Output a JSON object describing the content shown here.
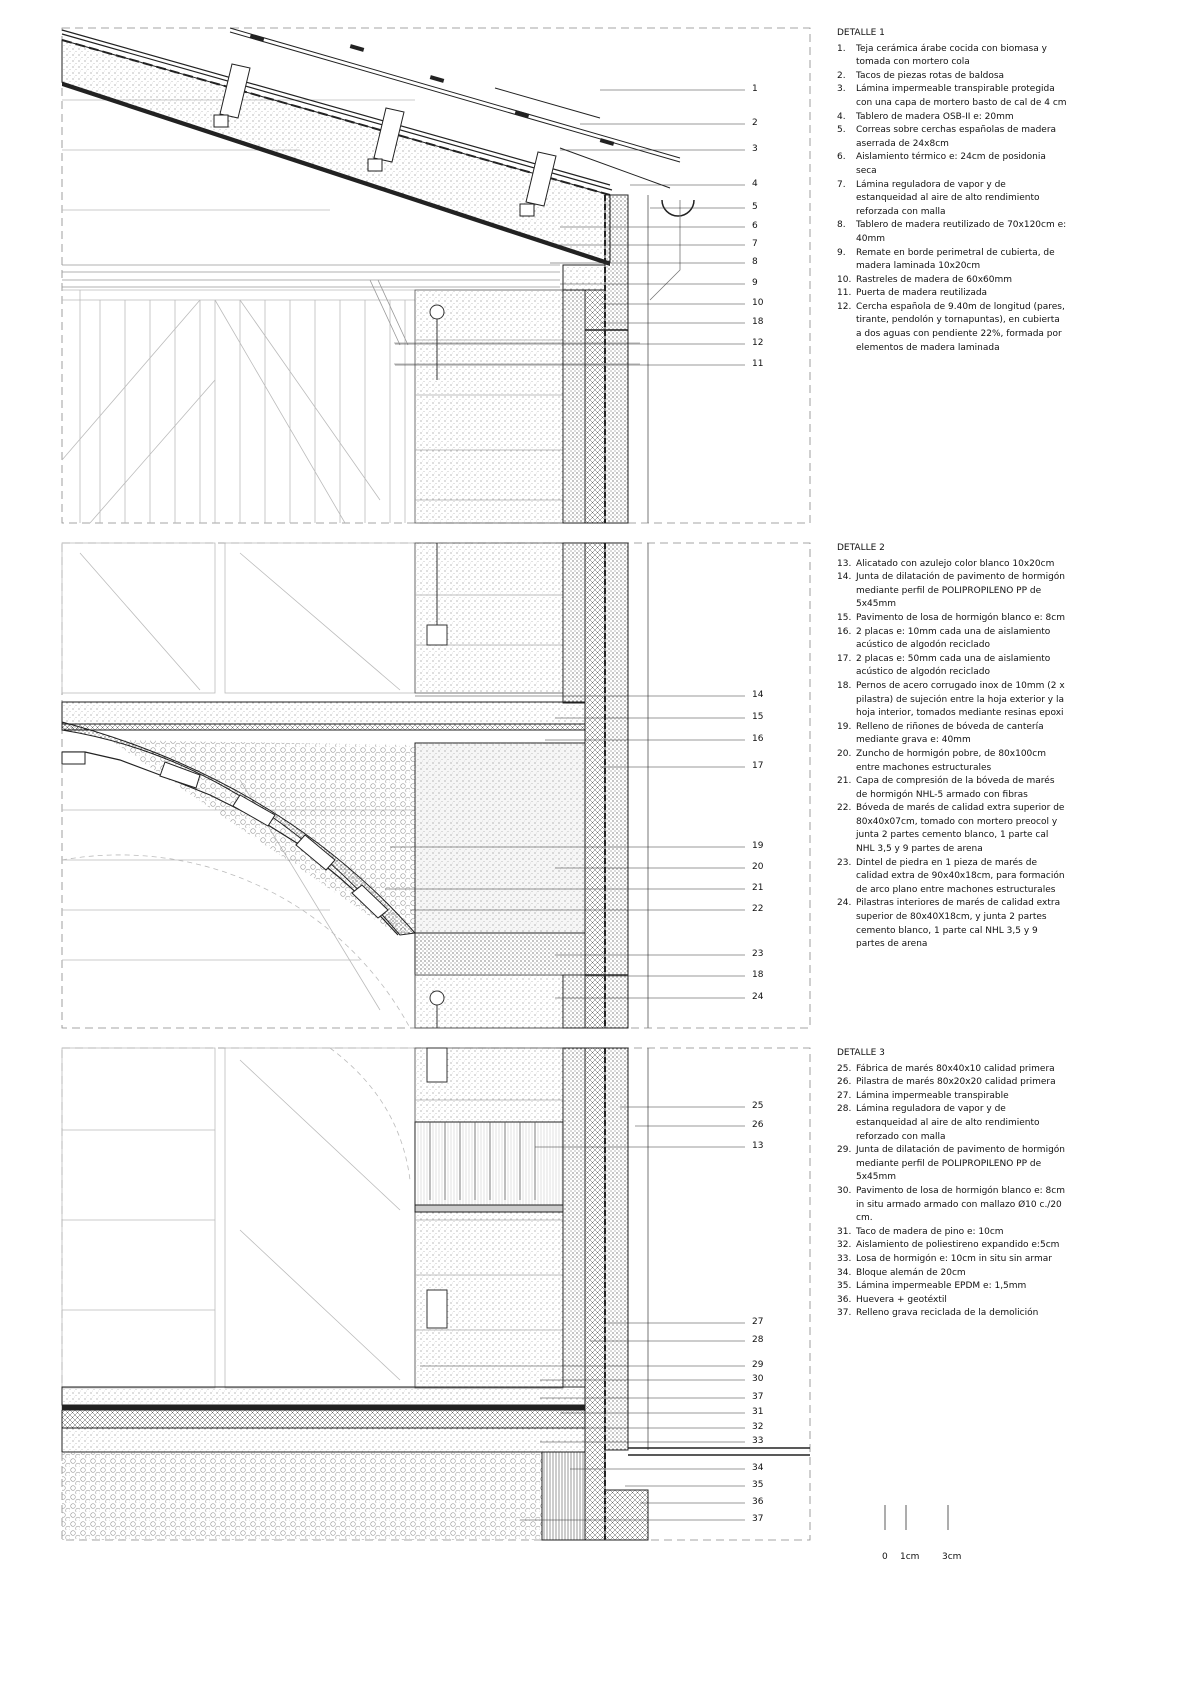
{
  "details": [
    {
      "title": "DETALLE 1",
      "items": [
        {
          "n": "1.",
          "text": "Teja cerámica árabe cocida con biomasa y tomada con mortero cola"
        },
        {
          "n": "2.",
          "text": "Tacos de piezas rotas de baldosa"
        },
        {
          "n": "3.",
          "text": "Lámina impermeable transpirable protegida con una capa de mortero basto de cal de 4 cm"
        },
        {
          "n": "4.",
          "text": "Tablero de madera OSB-II e: 20mm"
        },
        {
          "n": "5.",
          "text": "Correas sobre cerchas españolas de madera aserrada de 24x8cm"
        },
        {
          "n": "6.",
          "text": "Aislamiento térmico e: 24cm de posidonia seca"
        },
        {
          "n": "7.",
          "text": "Lámina reguladora de vapor y de estanqueidad al aire de alto rendimiento reforzada con malla"
        },
        {
          "n": "8.",
          "text": "Tablero de madera reutilizado de 70x120cm e: 40mm"
        },
        {
          "n": "9.",
          "text": "Remate en borde perimetral de cubierta, de madera laminada 10x20cm"
        },
        {
          "n": "10.",
          "text": "Rastreles de madera de 60x60mm"
        },
        {
          "n": "11.",
          "text": "Puerta de madera reutilizada"
        },
        {
          "n": "12.",
          "text": "Cercha española de 9.40m de longitud (pares, tirante, pendolón y tornapuntas), en cubierta a dos aguas con pendiente 22%, formada por elementos de madera laminada"
        }
      ],
      "callouts": [
        "1",
        "2",
        "3",
        "4",
        "5",
        "6",
        "7",
        "8",
        "9",
        "10",
        "18",
        "12",
        "11"
      ]
    },
    {
      "title": "DETALLE 2",
      "items": [
        {
          "n": "13.",
          "text": "Alicatado con azulejo color blanco 10x20cm"
        },
        {
          "n": "14.",
          "text": "Junta de dilatación de pavimento de hormigón mediante perfil de POLIPROPILENO PP de 5x45mm"
        },
        {
          "n": "15.",
          "text": "Pavimento de losa de hormigón blanco e: 8cm"
        },
        {
          "n": "16.",
          "text": "2 placas e: 10mm cada una de aislamiento acústico de algodón reciclado"
        },
        {
          "n": "17.",
          "text": "2 placas e: 50mm cada una de aislamiento acústico de algodón reciclado"
        },
        {
          "n": "18.",
          "text": "Pernos de acero corrugado inox de 10mm (2 x pilastra) de sujeción entre la hoja exterior y la hoja interior, tomados mediante resinas epoxi"
        },
        {
          "n": "19.",
          "text": "Relleno de riñones de bóveda de cantería mediante grava e: 40mm"
        },
        {
          "n": "20.",
          "text": "Zuncho de hormigón pobre, de 80x100cm entre machones estructurales"
        },
        {
          "n": "21.",
          "text": "Capa de compresión de la bóveda de marés de hormigón NHL-5 armado con fibras"
        },
        {
          "n": "22.",
          "text": "Bóveda de marés de calidad extra superior de 80x40x07cm, tomado con mortero preocol y junta 2 partes cemento blanco, 1 parte cal NHL 3,5 y 9 partes de arena"
        },
        {
          "n": "23.",
          "text": "Dintel de piedra en 1 pieza de marés de calidad extra de 90x40x18cm, para formación de arco plano entre machones estructurales"
        },
        {
          "n": "24.",
          "text": "Pilastras interiores de marés de calidad extra superior de 80x40X18cm, y junta 2 partes cemento blanco, 1 parte cal NHL 3,5 y 9 partes de arena"
        }
      ],
      "callouts": [
        "14",
        "15",
        "16",
        "17",
        "19",
        "20",
        "21",
        "22",
        "23",
        "18",
        "24"
      ]
    },
    {
      "title": "DETALLE 3",
      "items": [
        {
          "n": "25.",
          "text": "Fábrica de marés 80x40x10 calidad primera"
        },
        {
          "n": "26.",
          "text": "Pilastra de marés 80x20x20 calidad primera"
        },
        {
          "n": "27.",
          "text": "Lámina impermeable transpirable"
        },
        {
          "n": "28.",
          "text": "Lámina reguladora de vapor y de estanqueidad al aire de alto rendimiento reforzado con malla"
        },
        {
          "n": "29.",
          "text": "Junta de dilatación de pavimento de hormigón mediante perfil de POLIPROPILENO PP de 5x45mm"
        },
        {
          "n": "30.",
          "text": "Pavimento de losa de hormigón blanco e: 8cm in situ armado armado con mallazo Ø10 c./20 cm."
        },
        {
          "n": "31.",
          "text": "Taco de madera de pino e: 10cm"
        },
        {
          "n": "32.",
          "text": "Aislamiento de poliestireno expandido e:5cm"
        },
        {
          "n": "33.",
          "text": "Losa de hormigón e: 10cm in situ sin armar"
        },
        {
          "n": "34.",
          "text": "Bloque alemán de 20cm"
        },
        {
          "n": "35.",
          "text": "Lámina impermeable EPDM e: 1,5mm"
        },
        {
          "n": "36.",
          "text": "Huevera + geotéxtil"
        },
        {
          "n": "37.",
          "text": "Relleno grava reciclada de la demolición"
        }
      ],
      "callouts": [
        "25",
        "26",
        "13",
        "27",
        "28",
        "29",
        "30",
        "37",
        "31",
        "32",
        "33",
        "34",
        "35",
        "36",
        "37"
      ]
    }
  ],
  "scale": {
    "labels": [
      "0",
      "1cm",
      "3cm"
    ]
  }
}
